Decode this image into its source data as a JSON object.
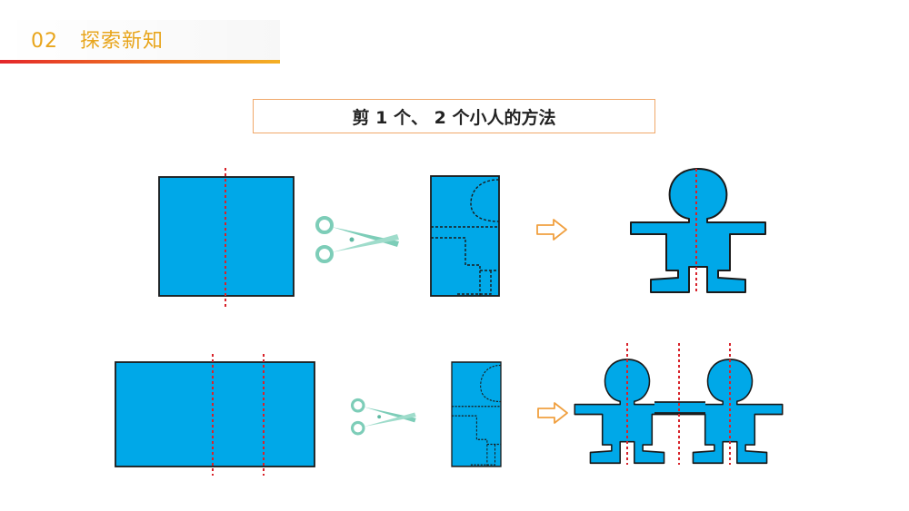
{
  "header": {
    "section_number": "02",
    "section_title": "探索新知"
  },
  "method_title": "剪 1 个、 2 个小人的方法",
  "colors": {
    "paper_blue": "#00a8e8",
    "outline": "#1a1a1a",
    "cut_line_red": "#d8232a",
    "arrow_orange": "#f0a040",
    "scissors_teal": "#7dcdb8",
    "header_orange": "#e8a51c"
  },
  "icons": [
    "scissors-icon",
    "right-arrow-icon"
  ]
}
